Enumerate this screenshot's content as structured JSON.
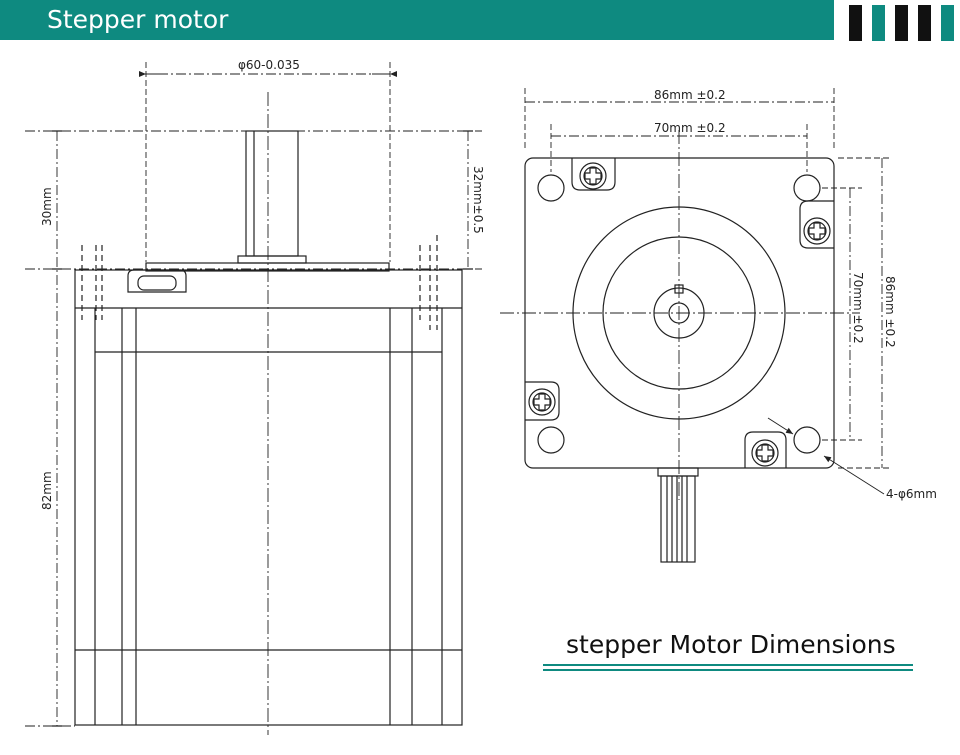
{
  "header": {
    "title": "Stepper motor",
    "color": "#0e8a80",
    "stripe_colors": [
      "#111111",
      "#0e8a80",
      "#111111",
      "#111111",
      "#0e8a80"
    ]
  },
  "side_view": {
    "shaft_diameter": "φ60-0.035",
    "shaft_extension": "30mm",
    "shaft_tolerance": "32mm±0.5",
    "body_length": "82mm"
  },
  "front_view": {
    "flange_width": "86mm  ±0.2",
    "hole_spacing": "70mm  ±0.2",
    "hole_spacing_vertical": "70mm  ±0.2",
    "flange_height": "86mm  ±0.2",
    "mounting_holes": "4-φ6mm"
  },
  "caption": {
    "text": "stepper Motor Dimensions",
    "accent_color": "#0e8a80"
  }
}
